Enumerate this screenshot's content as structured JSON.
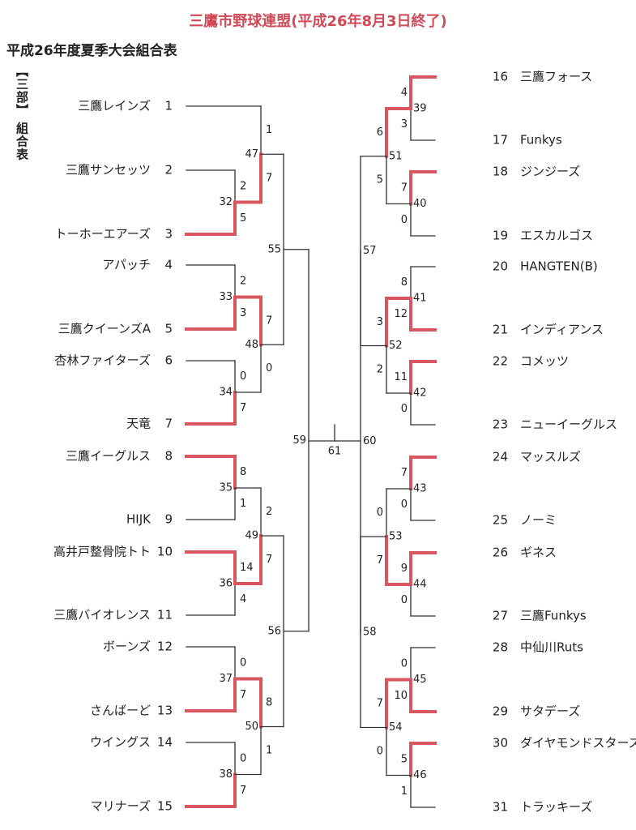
{
  "header": {
    "title": "三鷹市野球連盟(平成26年8月3日終了)",
    "subtitle": "平成26年度夏季大会組合表",
    "division": "【三部】 組合表"
  },
  "colors": {
    "win": "#d8565f",
    "line": "#333333",
    "title": "#d04a57"
  },
  "teams_left": [
    {
      "no": "1",
      "name": "三鷹レインズ"
    },
    {
      "no": "2",
      "name": "三鷹サンセッツ"
    },
    {
      "no": "3",
      "name": "トーホーエアーズ"
    },
    {
      "no": "4",
      "name": "アパッチ"
    },
    {
      "no": "5",
      "name": "三鷹クイーンズA"
    },
    {
      "no": "6",
      "name": "杏林ファイターズ"
    },
    {
      "no": "7",
      "name": "天竜"
    },
    {
      "no": "8",
      "name": "三鷹イーグルス"
    },
    {
      "no": "9",
      "name": "HIJK"
    },
    {
      "no": "10",
      "name": "高井戸整骨院トト"
    },
    {
      "no": "11",
      "name": "三鷹バイオレンス"
    },
    {
      "no": "12",
      "name": "ボーンズ"
    },
    {
      "no": "13",
      "name": "さんばーど"
    },
    {
      "no": "14",
      "name": "ウイングス"
    },
    {
      "no": "15",
      "name": "マリナーズ"
    }
  ],
  "teams_right": [
    {
      "no": "16",
      "name": "三鷹フォース"
    },
    {
      "no": "17",
      "name": "Funkys"
    },
    {
      "no": "18",
      "name": "ジンジーズ"
    },
    {
      "no": "19",
      "name": "エスカルゴス"
    },
    {
      "no": "20",
      "name": "HANGTEN(B)"
    },
    {
      "no": "21",
      "name": "インディアンス"
    },
    {
      "no": "22",
      "name": "コメッツ"
    },
    {
      "no": "23",
      "name": "ニューイーグルス"
    },
    {
      "no": "24",
      "name": "マッスルズ"
    },
    {
      "no": "25",
      "name": "ノーミ"
    },
    {
      "no": "26",
      "name": "ギネス"
    },
    {
      "no": "27",
      "name": "三鷹Funkys"
    },
    {
      "no": "28",
      "name": "中仙川Ruts"
    },
    {
      "no": "29",
      "name": "サタデーズ"
    },
    {
      "no": "30",
      "name": "ダイヤモンドスターズ"
    },
    {
      "no": "31",
      "name": "トラッキーズ"
    }
  ],
  "games": [
    {
      "id": "32",
      "a": "2",
      "sa": "2",
      "b": "3",
      "sb": "5",
      "w": "b"
    },
    {
      "id": "33",
      "a": "4",
      "sa": "2",
      "b": "5",
      "sb": "3",
      "w": "b"
    },
    {
      "id": "34",
      "a": "6",
      "sa": "0",
      "b": "7",
      "sb": "7",
      "w": "b"
    },
    {
      "id": "35",
      "a": "8",
      "sa": "8",
      "b": "9",
      "sb": "1",
      "w": "a"
    },
    {
      "id": "36",
      "a": "10",
      "sa": "14",
      "b": "11",
      "sb": "4",
      "w": "a"
    },
    {
      "id": "37",
      "a": "12",
      "sa": "0",
      "b": "13",
      "sb": "7",
      "w": "b"
    },
    {
      "id": "38",
      "a": "14",
      "sa": "0",
      "b": "15",
      "sb": "7",
      "w": "b"
    },
    {
      "id": "39",
      "a": "16",
      "sa": "4",
      "b": "17",
      "sb": "3",
      "w": "a"
    },
    {
      "id": "40",
      "a": "18",
      "sa": "7",
      "b": "19",
      "sb": "0",
      "w": "a"
    },
    {
      "id": "41",
      "a": "20",
      "sa": "8",
      "b": "21",
      "sb": "12",
      "w": "b"
    },
    {
      "id": "42",
      "a": "22",
      "sa": "11",
      "b": "23",
      "sb": "0",
      "w": "a"
    },
    {
      "id": "43",
      "a": "24",
      "sa": "7",
      "b": "25",
      "sb": "0",
      "w": "a"
    },
    {
      "id": "44",
      "a": "26",
      "sa": "9",
      "b": "27",
      "sb": "0",
      "w": "a"
    },
    {
      "id": "45",
      "a": "28",
      "sa": "0",
      "b": "29",
      "sb": "10",
      "w": "b"
    },
    {
      "id": "46",
      "a": "30",
      "sa": "5",
      "b": "31",
      "sb": "1",
      "w": "a"
    },
    {
      "id": "47",
      "a": "1",
      "sa": "1",
      "b": "32",
      "sb": "7",
      "w": "b"
    },
    {
      "id": "48",
      "a": "33",
      "sa": "7",
      "b": "34",
      "sb": "0",
      "w": "a"
    },
    {
      "id": "49",
      "a": "35",
      "sa": "2",
      "b": "36",
      "sb": "7",
      "w": "b"
    },
    {
      "id": "50",
      "a": "37",
      "sa": "8",
      "b": "38",
      "sb": "1",
      "w": "a"
    },
    {
      "id": "51",
      "a": "39",
      "sa": "6",
      "b": "40",
      "sb": "5",
      "w": "a"
    },
    {
      "id": "52",
      "a": "41",
      "sa": "3",
      "b": "42",
      "sb": "2",
      "w": "a"
    },
    {
      "id": "53",
      "a": "43",
      "sa": "0",
      "b": "44",
      "sb": "7",
      "w": "b"
    },
    {
      "id": "54",
      "a": "45",
      "sa": "7",
      "b": "46",
      "sb": "0",
      "w": "a"
    },
    {
      "id": "55",
      "a": "47",
      "sa": "",
      "b": "48",
      "sb": "",
      "w": ""
    },
    {
      "id": "56",
      "a": "49",
      "sa": "",
      "b": "50",
      "sb": "",
      "w": ""
    },
    {
      "id": "57",
      "a": "51",
      "sa": "",
      "b": "52",
      "sb": "",
      "w": ""
    },
    {
      "id": "58",
      "a": "53",
      "sa": "",
      "b": "54",
      "sb": "",
      "w": ""
    },
    {
      "id": "59",
      "a": "55",
      "sa": "",
      "b": "56",
      "sb": "",
      "w": ""
    },
    {
      "id": "60",
      "a": "57",
      "sa": "",
      "b": "58",
      "sb": "",
      "w": ""
    },
    {
      "id": "61",
      "a": "59",
      "sa": "",
      "b": "60",
      "sb": "",
      "w": ""
    }
  ]
}
